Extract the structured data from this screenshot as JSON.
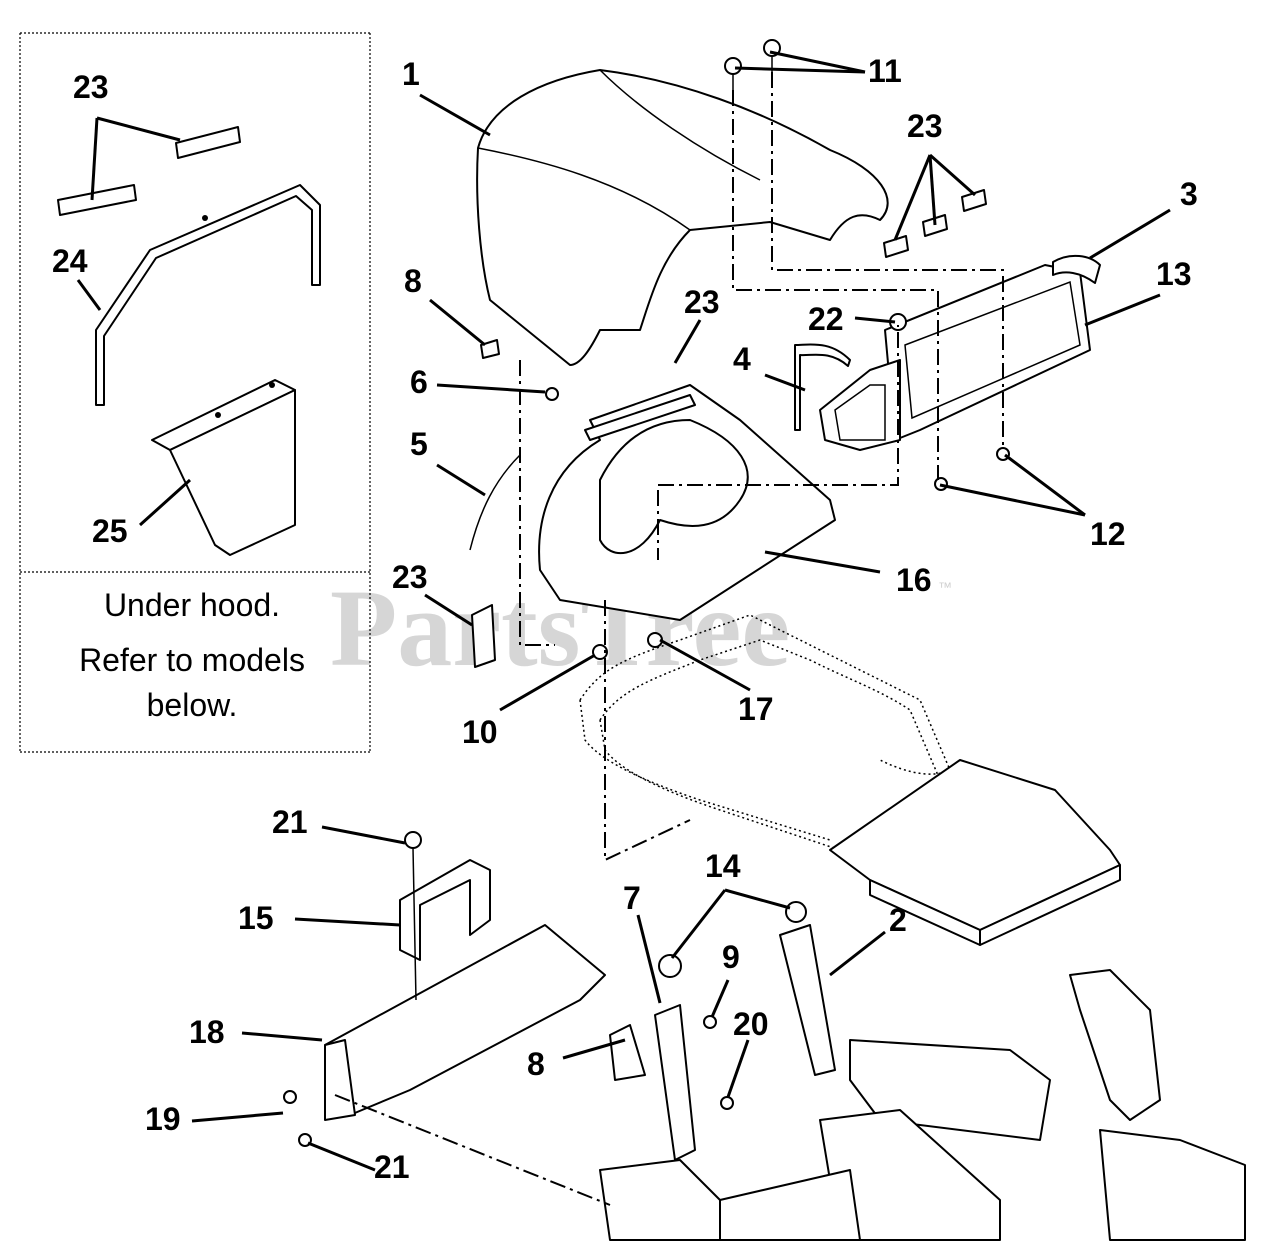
{
  "watermark": {
    "text": "PartsTree",
    "mark": "™"
  },
  "inset": {
    "note_line1": "Under hood.",
    "note_line2": "Refer to models",
    "note_line3": "below."
  },
  "callouts": {
    "c1": "1",
    "c2": "2",
    "c3": "3",
    "c4": "4",
    "c5": "5",
    "c6": "6",
    "c7": "7",
    "c8a": "8",
    "c8b": "8",
    "c9": "9",
    "c10": "10",
    "c11": "11",
    "c12": "12",
    "c13": "13",
    "c14": "14",
    "c15": "15",
    "c16": "16",
    "c17": "17",
    "c18": "18",
    "c19": "19",
    "c20": "20",
    "c21a": "21",
    "c21b": "21",
    "c22": "22",
    "c23a": "23",
    "c23b": "23",
    "c23c": "23",
    "c23d": "23",
    "c24": "24",
    "c25": "25"
  }
}
